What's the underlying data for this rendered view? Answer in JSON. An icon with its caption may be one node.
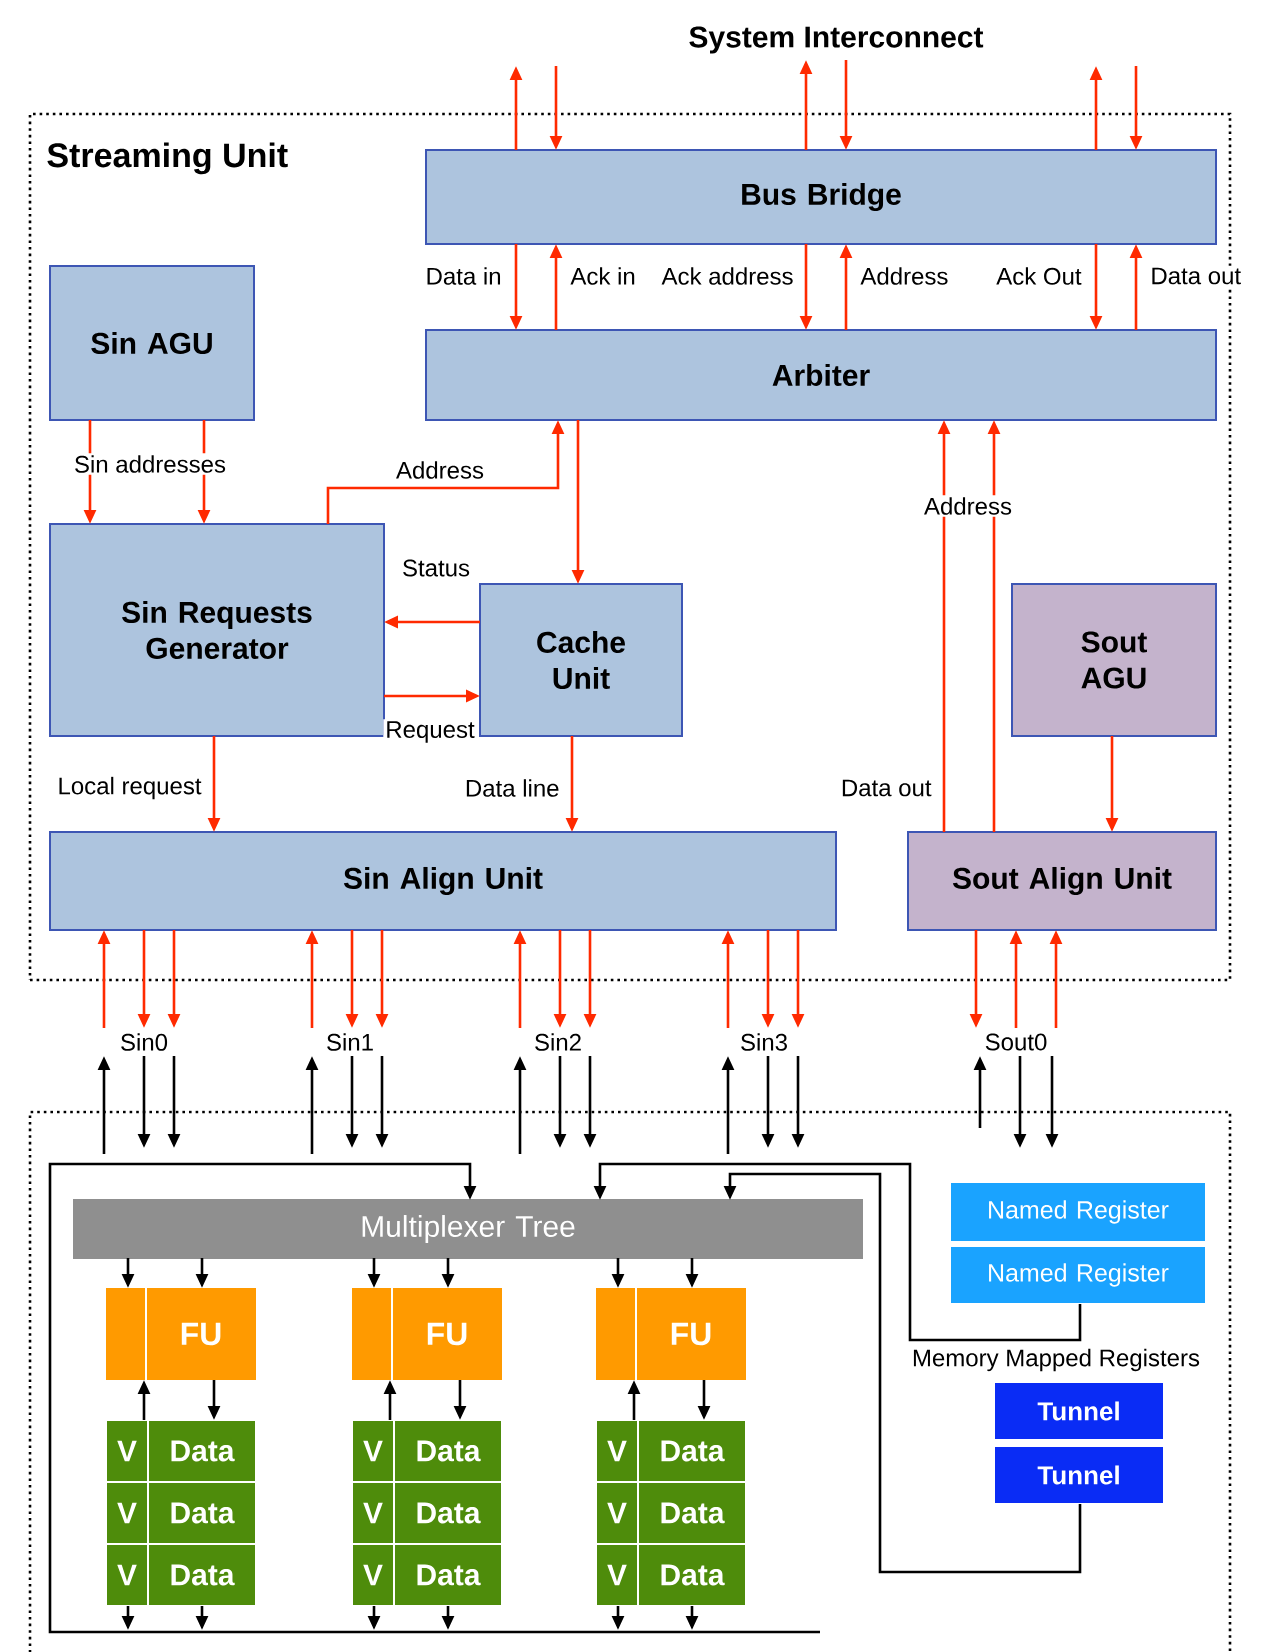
{
  "diagram": {
    "nodes": [
      {
        "text": [
          "Streaming Unit"
        ]
      },
      {
        "text": [
          "Bus Bridge"
        ],
        "in": 0
      },
      {
        "text": [
          "Sin AGU"
        ],
        "in": 0
      },
      {
        "text": [
          "Arbiter"
        ],
        "in": 0
      },
      {
        "text": [
          "Sin Requests Generator"
        ],
        "in": 0
      },
      {
        "text": [
          "Cache Unit"
        ],
        "in": 0
      },
      {
        "text": [
          "Sout AGU"
        ],
        "in": 0
      },
      {
        "text": [
          "Sin Align Unit"
        ],
        "in": 0
      },
      {
        "text": [
          "Sout Align Unit"
        ],
        "in": 0
      },
      {
        "text": [
          "Sin0"
        ]
      },
      {
        "text": [
          "Sin1"
        ]
      },
      {
        "text": [
          "Sin2"
        ]
      },
      {
        "text": [
          "Sin3"
        ]
      },
      {
        "text": [
          "Sout0"
        ]
      },
      {
        "text": [],
        "shape": "box"
      },
      {
        "text": [
          "Multiplexer Tree"
        ],
        "in": 14
      },
      {
        "text": [
          "FU"
        ],
        "in": 14
      },
      {
        "text": [
          "FU"
        ],
        "in": 14
      },
      {
        "text": [
          "FU"
        ],
        "in": 14
      },
      {
        "text": [
          "V",
          "Data"
        ],
        "in": 14
      },
      {
        "text": [
          "V",
          "Data"
        ],
        "in": 14
      },
      {
        "text": [
          "V",
          "Data"
        ],
        "in": 14
      },
      {
        "text": [
          "V",
          "Data"
        ],
        "in": 14
      },
      {
        "text": [
          "V",
          "Data"
        ],
        "in": 14
      },
      {
        "text": [
          "V",
          "Data"
        ],
        "in": 14
      },
      {
        "text": [
          "V",
          "Data"
        ],
        "in": 14
      },
      {
        "text": [
          "V",
          "Data"
        ],
        "in": 14
      },
      {
        "text": [
          "V",
          "Data"
        ],
        "in": 14
      },
      {
        "text": [
          "Named Register"
        ],
        "in": 14
      },
      {
        "text": [
          "Named Register"
        ],
        "in": 14
      },
      {
        "text": [
          "Tunnel"
        ],
        "in": 14
      },
      {
        "text": [
          "Tunnel"
        ],
        "in": 14
      },
      {
        "text": [
          "System Interconnect"
        ]
      }
    ],
    "edges": [
      {
        "from": 1,
        "to": null,
        "arrow": "to"
      },
      {
        "from": null,
        "to": 1,
        "arrow": "to"
      },
      {
        "from": 1,
        "to": 32,
        "arrow": "to"
      },
      {
        "from": 32,
        "to": 1,
        "arrow": "to"
      },
      {
        "from": 1,
        "to": null,
        "arrow": "to"
      },
      {
        "from": null,
        "to": 1,
        "arrow": "to"
      },
      {
        "from": 1,
        "to": 3,
        "label": "Data in",
        "arrow": "to"
      },
      {
        "from": 3,
        "to": 1,
        "label": "Ack in",
        "arrow": "to"
      },
      {
        "from": 1,
        "to": 3,
        "label": "Ack address",
        "arrow": "to"
      },
      {
        "from": 3,
        "to": 1,
        "label": "Address",
        "arrow": "to"
      },
      {
        "from": 1,
        "to": 3,
        "label": "Ack Out",
        "arrow": "to"
      },
      {
        "from": 3,
        "to": 1,
        "label": "Data out",
        "arrow": "to"
      },
      {
        "from": 2,
        "to": 4,
        "label": "Sin addresses",
        "arrow": "to"
      },
      {
        "from": 2,
        "to": 4,
        "arrow": "to"
      },
      {
        "from": 4,
        "to": 3,
        "label": "Address",
        "arrow": "to"
      },
      {
        "from": 3,
        "to": 5,
        "arrow": "to"
      },
      {
        "from": 5,
        "to": 4,
        "label": "Status",
        "arrow": "to"
      },
      {
        "from": 4,
        "to": 5,
        "label": "Request",
        "arrow": "to"
      },
      {
        "from": 4,
        "to": 7,
        "label": "Local request",
        "arrow": "to"
      },
      {
        "from": 5,
        "to": 7,
        "label": "Data line",
        "arrow": "to"
      },
      {
        "from": 8,
        "to": 3,
        "label": "Data out",
        "arrow": "to"
      },
      {
        "from": 8,
        "to": 3,
        "label": "Address",
        "arrow": "to"
      },
      {
        "from": 6,
        "to": 8,
        "arrow": "to"
      },
      {
        "from": 9,
        "to": 7,
        "arrow": "to"
      },
      {
        "from": 7,
        "to": 9,
        "arrow": "to"
      },
      {
        "from": 7,
        "to": 9,
        "arrow": "to"
      },
      {
        "from": 10,
        "to": 7,
        "arrow": "to"
      },
      {
        "from": 7,
        "to": 10,
        "arrow": "to"
      },
      {
        "from": 7,
        "to": 10,
        "arrow": "to"
      },
      {
        "from": 11,
        "to": 7,
        "arrow": "to"
      },
      {
        "from": 7,
        "to": 11,
        "arrow": "to"
      },
      {
        "from": 7,
        "to": 11,
        "arrow": "to"
      },
      {
        "from": 12,
        "to": 7,
        "arrow": "to"
      },
      {
        "from": 7,
        "to": 12,
        "arrow": "to"
      },
      {
        "from": 7,
        "to": 12,
        "arrow": "to"
      },
      {
        "from": 8,
        "to": 13,
        "arrow": "to"
      },
      {
        "from": 13,
        "to": 8,
        "arrow": "to"
      },
      {
        "from": 13,
        "to": 8,
        "arrow": "to"
      },
      {
        "from": 14,
        "to": 9,
        "arrow": "to",
        "color": "#000000"
      },
      {
        "from": 9,
        "to": 14,
        "arrow": "to",
        "color": "#000000"
      },
      {
        "from": 9,
        "to": 14,
        "arrow": "to",
        "color": "#000000"
      },
      {
        "from": 14,
        "to": 10,
        "arrow": "to",
        "color": "#000000"
      },
      {
        "from": 10,
        "to": 14,
        "arrow": "to",
        "color": "#000000"
      },
      {
        "from": 10,
        "to": 14,
        "arrow": "to",
        "color": "#000000"
      },
      {
        "from": 14,
        "to": 11,
        "arrow": "to",
        "color": "#000000"
      },
      {
        "from": 11,
        "to": 14,
        "arrow": "to",
        "color": "#000000"
      },
      {
        "from": 11,
        "to": 14,
        "arrow": "to",
        "color": "#000000"
      },
      {
        "from": 14,
        "to": 12,
        "arrow": "to",
        "color": "#000000"
      },
      {
        "from": 12,
        "to": 14,
        "arrow": "to",
        "color": "#000000"
      },
      {
        "from": 12,
        "to": 14,
        "arrow": "to",
        "color": "#000000"
      },
      {
        "from": 14,
        "to": 13,
        "arrow": "to",
        "color": "#000000"
      },
      {
        "from": 13,
        "to": 14,
        "arrow": "to",
        "color": "#000000"
      },
      {
        "from": 13,
        "to": 14,
        "arrow": "to",
        "color": "#000000"
      },
      {
        "from": 29,
        "to": 15,
        "arrow": "to",
        "color": "#000000"
      },
      {
        "from": 31,
        "to": 15,
        "arrow": "to",
        "color": "#000000"
      },
      {
        "from": 15,
        "to": 16,
        "arrow": "to",
        "color": "#000000"
      },
      {
        "from": 15,
        "to": 16,
        "arrow": "to",
        "color": "#000000"
      },
      {
        "from": 15,
        "to": 17,
        "arrow": "to",
        "color": "#000000"
      },
      {
        "from": 15,
        "to": 17,
        "arrow": "to",
        "color": "#000000"
      },
      {
        "from": 15,
        "to": 18,
        "arrow": "to",
        "color": "#000000"
      },
      {
        "from": 15,
        "to": 18,
        "arrow": "to",
        "color": "#000000"
      },
      {
        "from": 19,
        "to": 16,
        "arrow": "to",
        "color": "#000000"
      },
      {
        "from": 16,
        "to": 19,
        "arrow": "to",
        "color": "#000000"
      },
      {
        "from": 20,
        "to": 17,
        "arrow": "to",
        "color": "#000000"
      },
      {
        "from": 17,
        "to": 20,
        "arrow": "to",
        "color": "#000000"
      },
      {
        "from": 21,
        "to": 18,
        "arrow": "to",
        "color": "#000000"
      },
      {
        "from": 18,
        "to": 21,
        "arrow": "to",
        "color": "#000000"
      },
      {
        "from": 25,
        "to": null,
        "arrow": "to",
        "color": "#000000"
      },
      {
        "from": 25,
        "to": null,
        "arrow": "to",
        "color": "#000000"
      },
      {
        "from": 26,
        "to": null,
        "arrow": "to",
        "color": "#000000"
      },
      {
        "from": 26,
        "to": null,
        "arrow": "to",
        "color": "#000000"
      },
      {
        "from": 27,
        "to": null,
        "arrow": "to",
        "color": "#000000"
      },
      {
        "from": 27,
        "to": null,
        "arrow": "to",
        "color": "#000000"
      },
      {
        "from": null,
        "to": 15,
        "arrow": "to",
        "color": "#000000"
      }
    ],
    "labels": [
      "Memory Mapped Registers"
    ]
  }
}
